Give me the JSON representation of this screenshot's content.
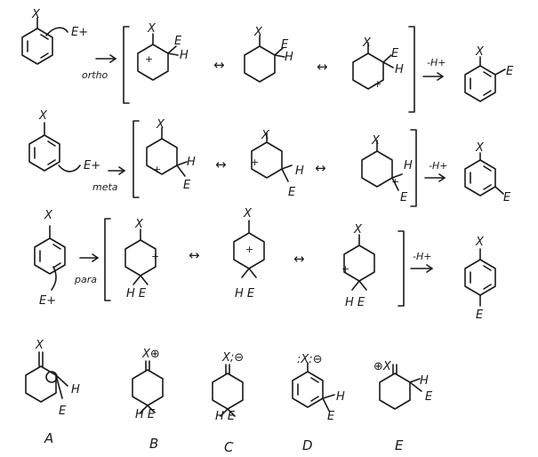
{
  "labels": {
    "x": "X",
    "e_plus": "E+",
    "e": "E",
    "h": "H",
    "he": "H  E",
    "minus_h_plus": "-H+",
    "plus": "+",
    "ortho": "ortho",
    "meta": "meta",
    "para": "para"
  },
  "bottom": {
    "a": "A",
    "b": "B",
    "c": "C",
    "d": "D",
    "e": "E",
    "x_plus_circle": "X⊕",
    "x_minus_circle": "X;⊖",
    "d_x": ":X:⊖",
    "e_x": "⊕X"
  },
  "arrows": {
    "resonance": "↔"
  }
}
